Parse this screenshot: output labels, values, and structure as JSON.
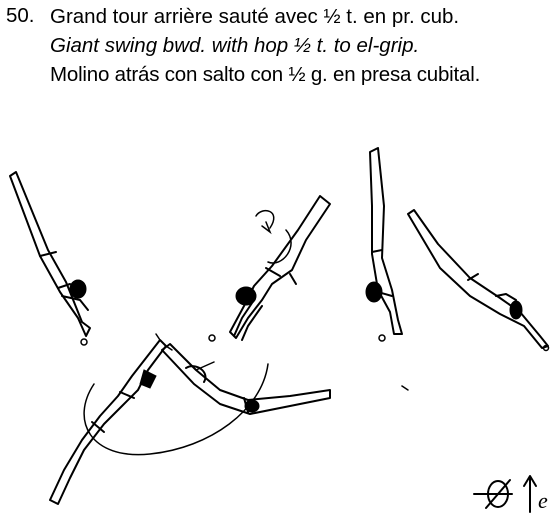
{
  "element": {
    "number": "50.",
    "name_fr": "Grand tour arrière sauté avec ½ t. en pr. cub.",
    "name_en": "Giant swing bwd. with hop ½ t. to el-grip.",
    "name_es": "Molino atrás con salto con ½ g. en presa cubital."
  },
  "symbol": {
    "suffix": "e"
  }
}
